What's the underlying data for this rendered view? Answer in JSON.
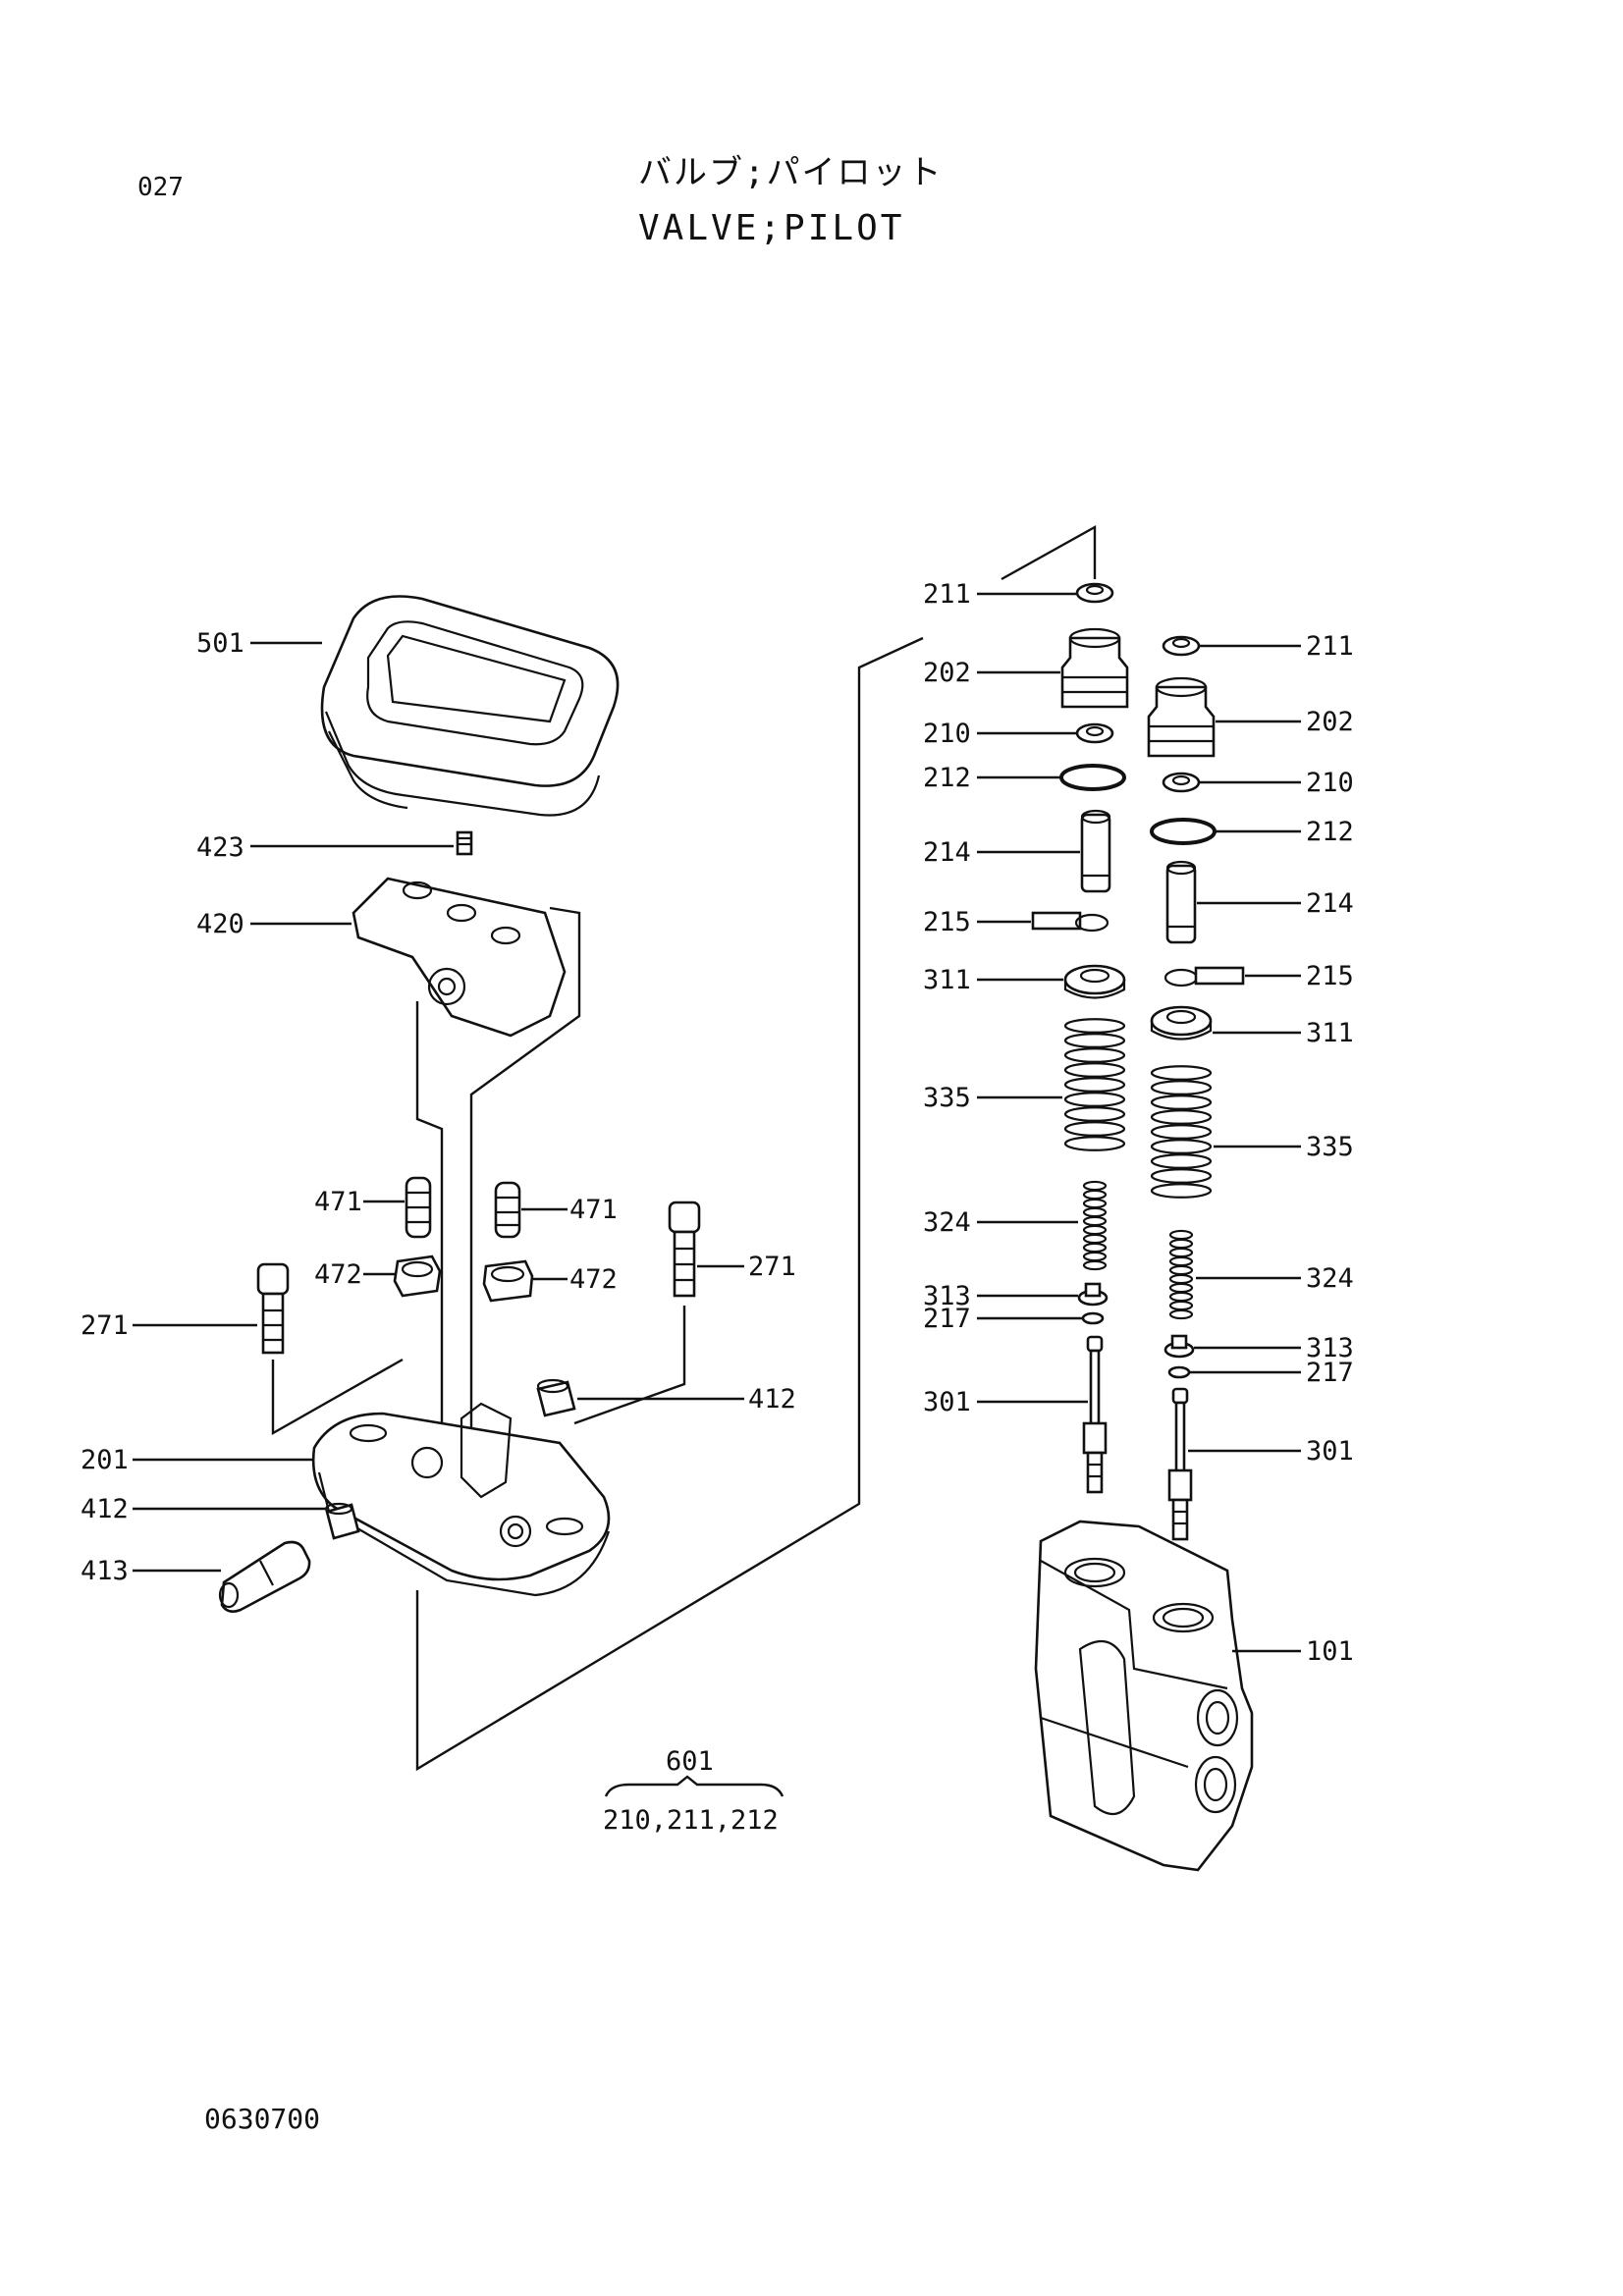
{
  "header": {
    "page_number": "027",
    "title_jp": "バルブ;パイロット",
    "title_en": "VALVE;PILOT"
  },
  "footer": {
    "doc_code": "0630700"
  },
  "callouts": {
    "c501": "501",
    "c423": "423",
    "c420": "420",
    "c471_l": "471",
    "c471_r": "471",
    "c472_l": "472",
    "c472_r": "472",
    "c271_l": "271",
    "c271_r": "271",
    "c412_r": "412",
    "c412_l": "412",
    "c201": "201",
    "c413": "413",
    "c211_a": "211",
    "c202_a": "202",
    "c210_a": "210",
    "c212_a": "212",
    "c214_a": "214",
    "c215_a": "215",
    "c311_a": "311",
    "c335_a": "335",
    "c324_a": "324",
    "c313_a": "313",
    "c217_a": "217",
    "c301_a": "301",
    "c211_b": "211",
    "c202_b": "202",
    "c210_b": "210",
    "c212_b": "212",
    "c214_b": "214",
    "c215_b": "215",
    "c311_b": "311",
    "c335_b": "335",
    "c324_b": "324",
    "c313_b": "313",
    "c217_b": "217",
    "c301_b": "301",
    "c101": "101"
  },
  "kit": {
    "number": "601",
    "contents": "210,211,212"
  }
}
